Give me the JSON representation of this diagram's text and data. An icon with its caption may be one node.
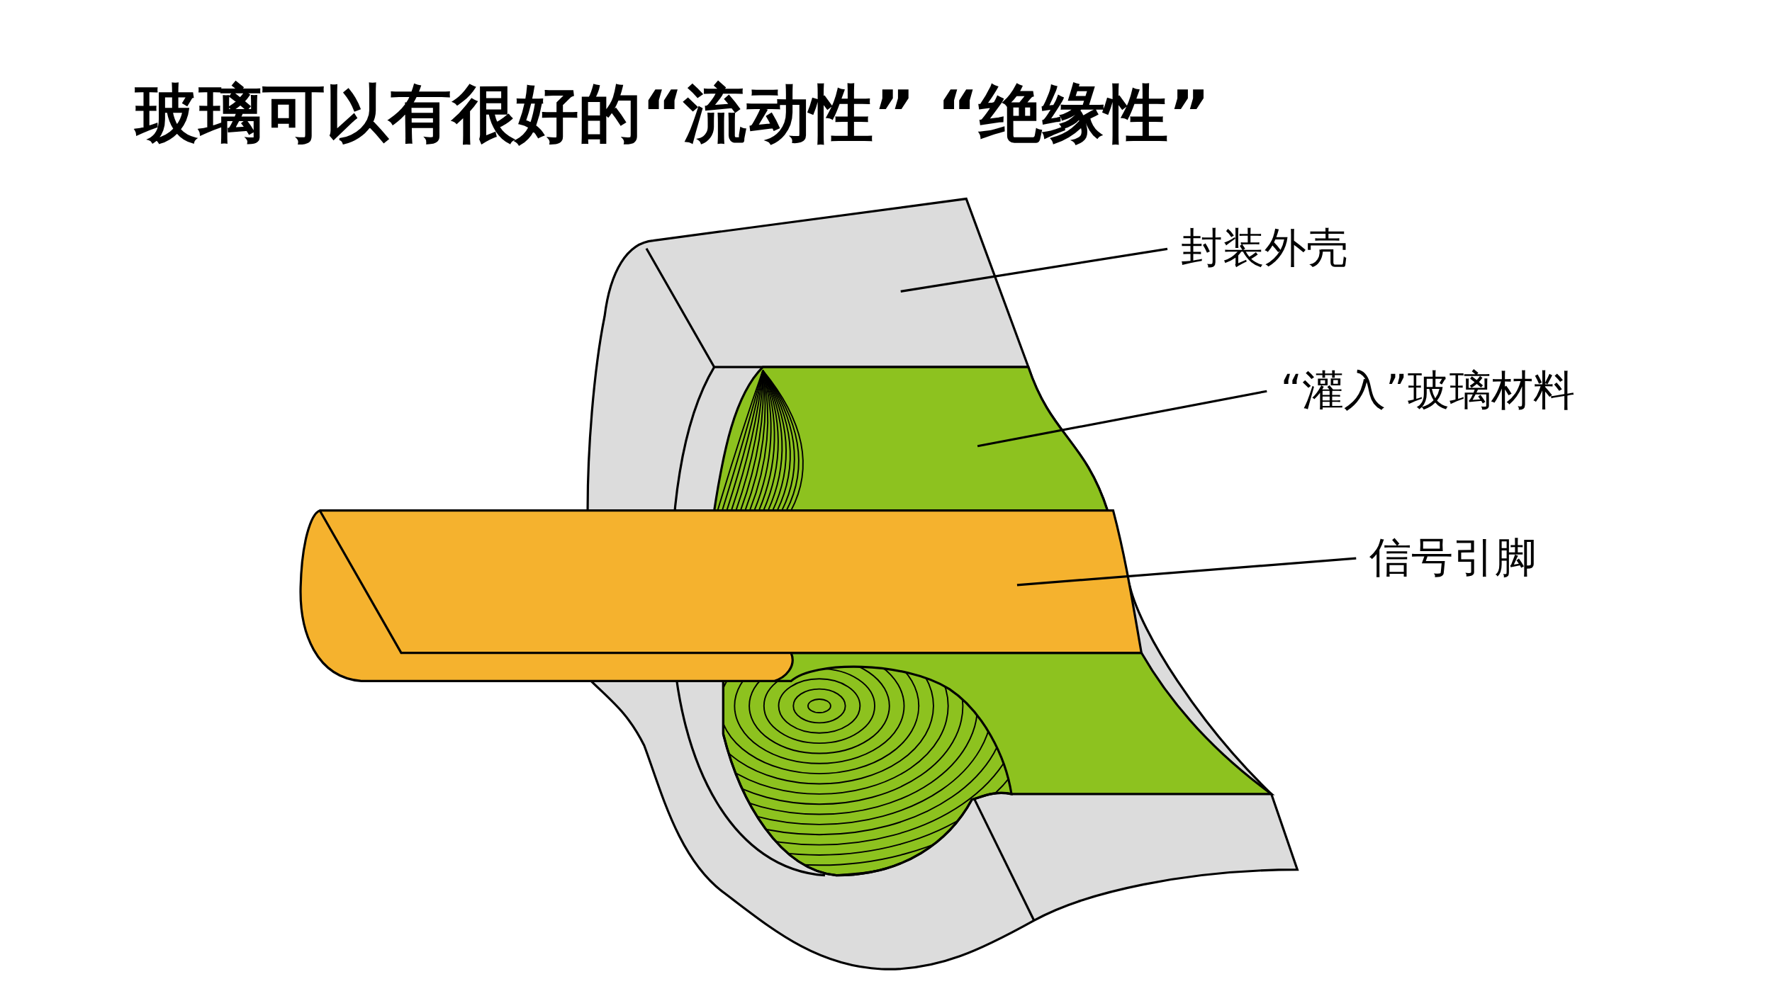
{
  "diagram": {
    "title": "玻璃可以有很好的“流动性” “绝缘性”",
    "nodes": [
      {
        "text": [
          "封装外壳"
        ]
      },
      {
        "text": [
          "“灌入”玻璃材料"
        ]
      },
      {
        "text": [
          "信号引脚"
        ]
      },
      {
        "text": [],
        "shape": "picture"
      },
      {
        "text": [],
        "shape": "picture",
        "in": 3
      },
      {
        "text": [],
        "shape": "picture"
      }
    ],
    "edges": [
      {
        "from": 0,
        "to": 3,
        "arrow": "none"
      },
      {
        "from": 1,
        "to": 4,
        "arrow": "none"
      },
      {
        "from": 2,
        "to": 5,
        "arrow": "none"
      }
    ]
  }
}
